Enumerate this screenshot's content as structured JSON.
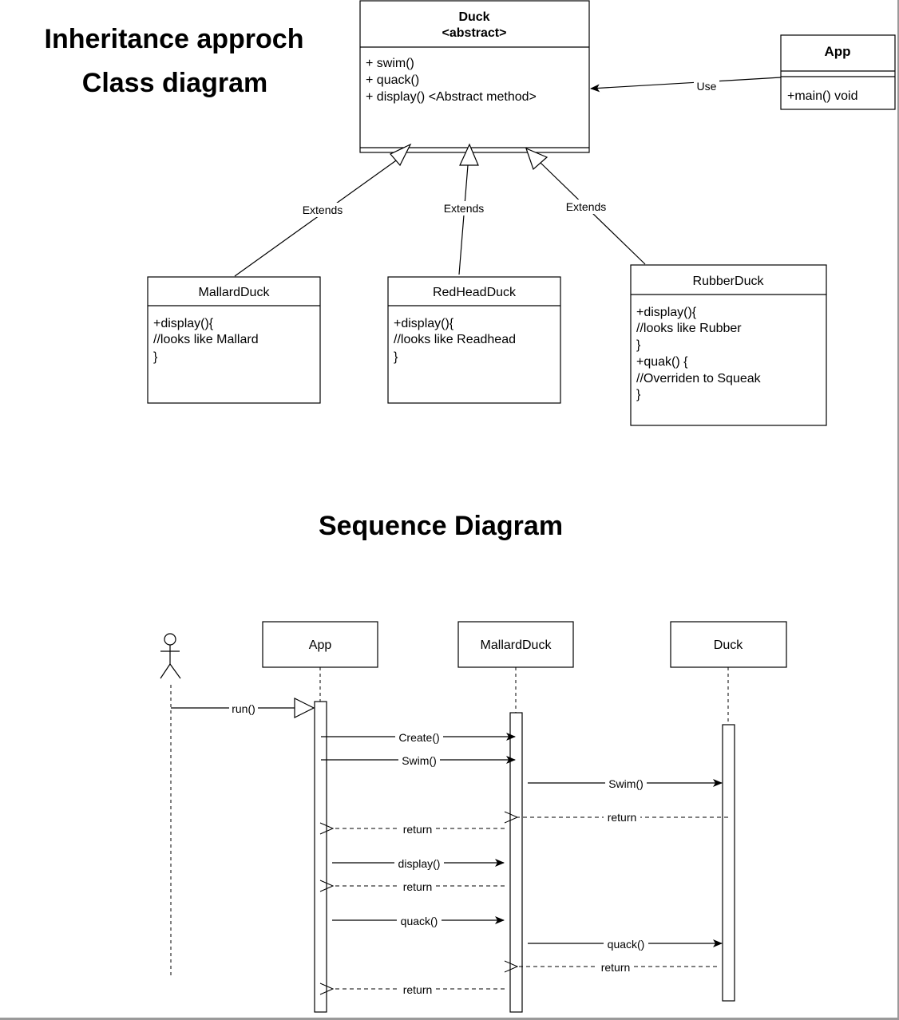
{
  "titles": {
    "inheritance": "Inheritance approch",
    "class_diagram": "Class diagram",
    "sequence": "Sequence Diagram"
  },
  "classes": {
    "duck": {
      "name": "Duck",
      "stereotype": "<abstract>",
      "methods": [
        "+ swim()",
        "+ quack()",
        "+ display() <Abstract method>"
      ]
    },
    "app": {
      "name": "App",
      "methods": [
        "+main() void"
      ]
    },
    "mallard": {
      "name": "MallardDuck",
      "body": [
        "+display(){",
        "//looks like Mallard",
        "}"
      ]
    },
    "redhead": {
      "name": "RedHeadDuck",
      "body": [
        "+display(){",
        "//looks like Readhead",
        "}"
      ]
    },
    "rubber": {
      "name": "RubberDuck",
      "body": [
        "+display(){",
        "//looks like Rubber",
        "}",
        "+quak() {",
        "//Overriden to Squeak",
        "}"
      ]
    }
  },
  "relations": {
    "use": "Use",
    "extends": [
      "Extends",
      "Extends",
      "Extends"
    ]
  },
  "sequence": {
    "lifelines": [
      "App",
      "MallardDuck",
      "Duck"
    ],
    "messages": {
      "run": "run()",
      "create": "Create()",
      "swim1": "Swim()",
      "swim2": "Swim()",
      "return1": "return",
      "return2": "return",
      "display": "display()",
      "return3": "return",
      "quack1": "quack()",
      "quack2": "quack()",
      "return4": "return",
      "return5": "return"
    }
  }
}
